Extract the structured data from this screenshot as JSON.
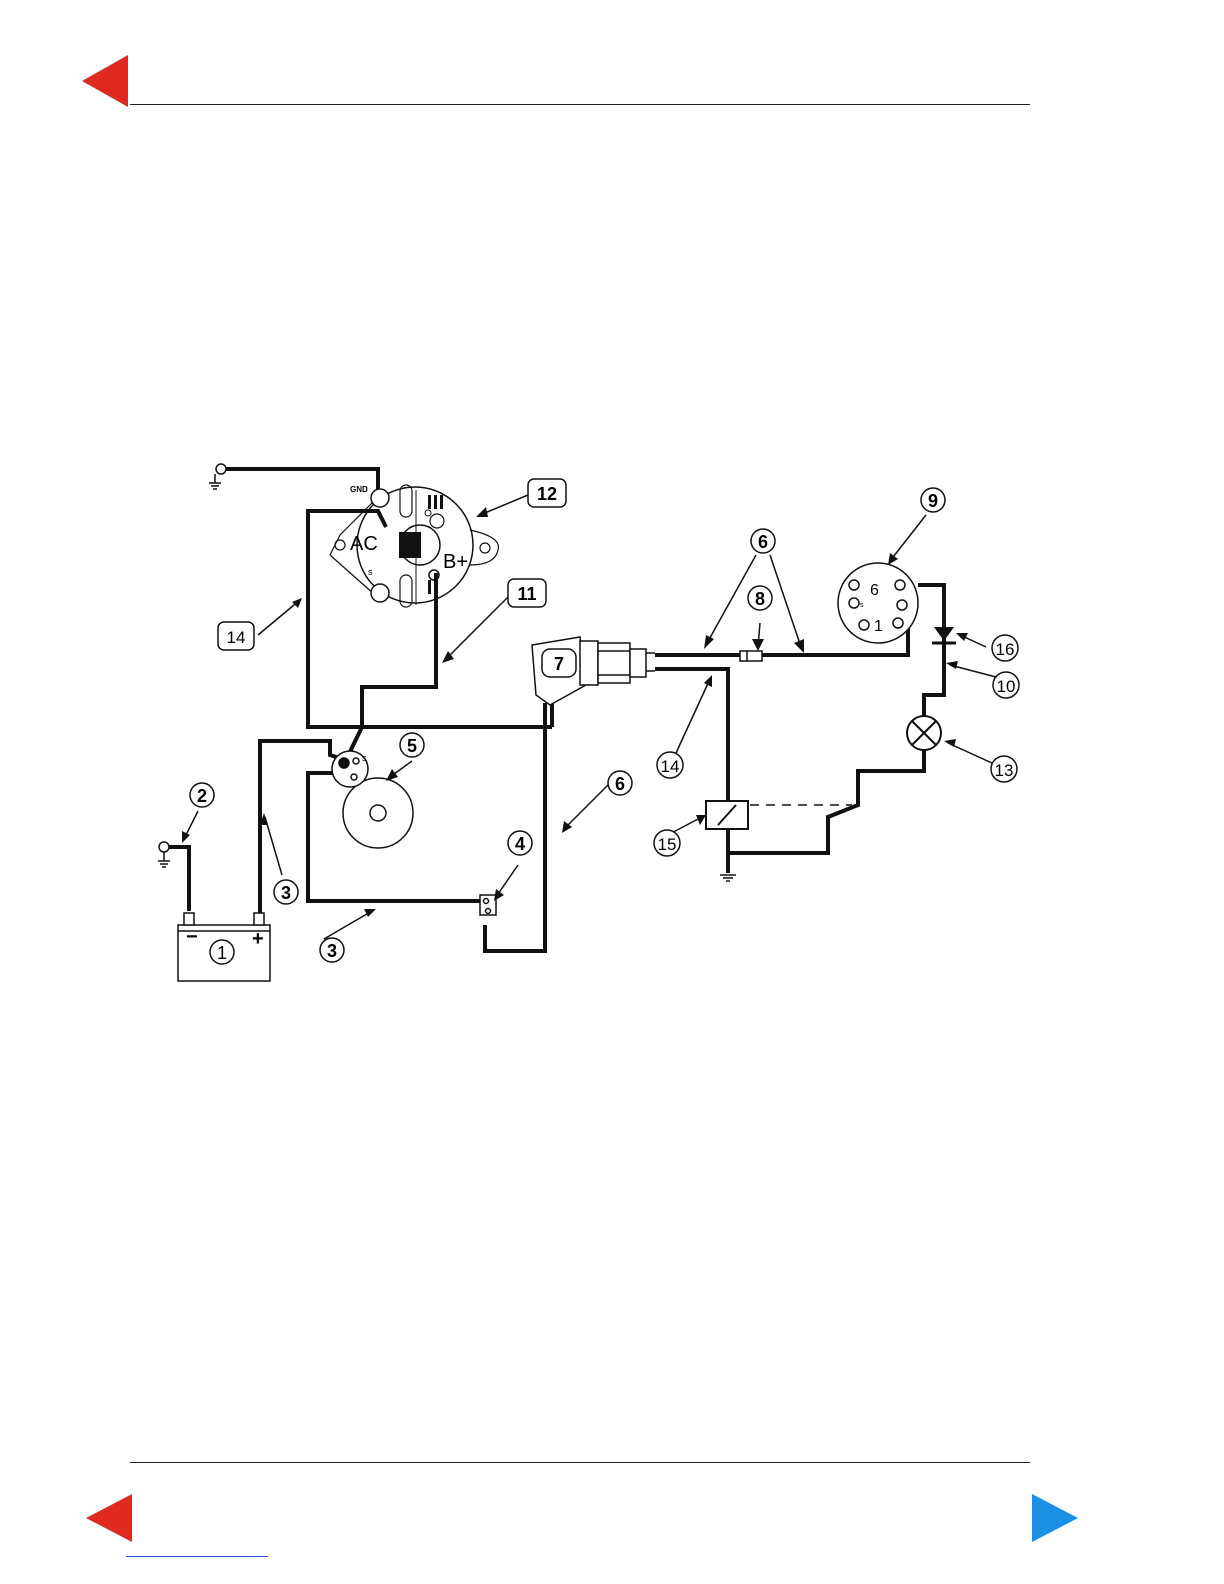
{
  "colors": {
    "back_arrow": "#e02a1f",
    "next_arrow": "#1a8fe3",
    "link": "#2a55c9",
    "wire": "#111111"
  },
  "icons": {
    "back": "left-triangle",
    "next": "right-triangle"
  },
  "diagram": {
    "alternator_terminals": {
      "gnd": "GND",
      "ac": "AC",
      "b_plus": "B+",
      "s": "s"
    },
    "starter_terminal": "s",
    "battery_terminals": {
      "negative": "−",
      "positive": "+"
    },
    "switch_positions": {
      "top": "6",
      "bottom": "1",
      "side": "s"
    },
    "callouts": [
      "1",
      "2",
      "3",
      "3",
      "4",
      "5",
      "6",
      "6",
      "7",
      "8",
      "9",
      "10",
      "11",
      "12",
      "13",
      "14",
      "14",
      "15",
      "16"
    ]
  }
}
